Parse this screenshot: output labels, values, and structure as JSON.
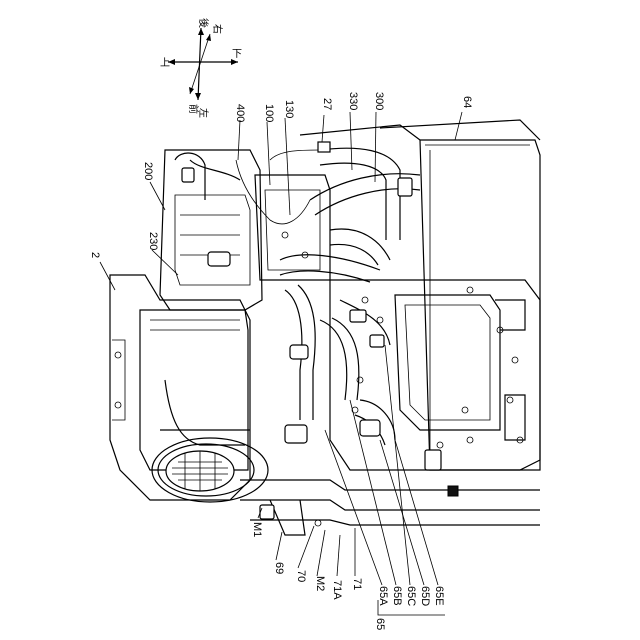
{
  "directions": {
    "up": "上",
    "down": "下",
    "front": "前",
    "rear": "後",
    "left": "左",
    "right": "右"
  },
  "references": {
    "r2": "2",
    "r200": "200",
    "r230": "230",
    "r400": "400",
    "r100": "100",
    "r130": "130",
    "r27": "27",
    "r330": "330",
    "r300": "300",
    "r64": "64",
    "rM1": "M1",
    "r69": "69",
    "r70": "70",
    "rM2": "M2",
    "r71A": "71A",
    "r71": "71",
    "r65A": "65A",
    "r65B": "65B",
    "r65C": "65C",
    "r65D": "65D",
    "r65E": "65E",
    "r65": "65"
  }
}
